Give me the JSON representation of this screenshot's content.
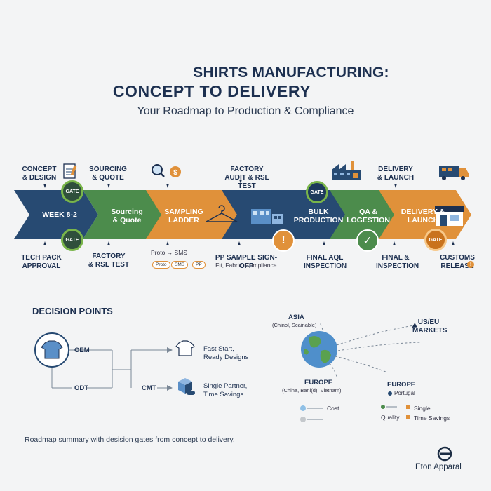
{
  "header": {
    "title_line1": "SHIRTS MANUFACTURING:",
    "title_line2": "CONCEPT TO DELIVERY",
    "subtitle": "Your Roadmap to Production & Compliance"
  },
  "roadmap": {
    "top_labels": {
      "concept": [
        "CONCEPT",
        "& DESIGN"
      ],
      "sourcing": [
        "SOURCING",
        "& QUOTE"
      ],
      "factory": [
        "FACTORY",
        "AUDIT & RSL TEST"
      ],
      "delivery": [
        "DELIVERY",
        "& LAUNCH"
      ]
    },
    "segments": {
      "s1": "WEEK 8-2",
      "s2": [
        "Sourcing",
        "& Quote"
      ],
      "s3": [
        "SAMPLING",
        "LADDER"
      ],
      "s5": [
        "BULK",
        "PRODUCTION"
      ],
      "s6": [
        "QA &",
        "LOGESTION"
      ],
      "s7": [
        "DELIVERY &",
        "LAUNCH"
      ]
    },
    "gate_label": "GATE",
    "bottom_labels": {
      "tech_pack": [
        "TECH PACK",
        "APPROVAL"
      ],
      "factory_rsl": [
        "FACTORY",
        "& RSL TEST"
      ],
      "proto_sms": "Proto → SMS",
      "pp_signoff": "PP SAMPLE SIGN-OFF",
      "pp_detail": "Fit, Fabric, Compliance.",
      "final_aql": [
        "FINAL AQL",
        "INSPECTION"
      ],
      "final_insp": [
        "FINAL &",
        "INSPECTION"
      ],
      "customs": [
        "CUSTOMS",
        "RELEASE"
      ]
    },
    "pills": [
      "Proto",
      "SMS",
      "PP"
    ]
  },
  "decision": {
    "title": "DECISION POINTS",
    "oem": "OEM",
    "odt": "ODT",
    "cmt": "CMT",
    "fast_start": [
      "Fast Start,",
      "Ready Designs"
    ],
    "single_partner": [
      "Single Partner,",
      "Time Savings"
    ]
  },
  "map": {
    "asia": "ASIA",
    "asia_sub": "(Chinol, Scainable)",
    "useu": [
      "US/EU",
      "MARKETS"
    ],
    "europe1": "EUROPE",
    "europe1_sub": "(China, Bani(d), Vietnam)",
    "europe2": "EUROPE",
    "europe2_sub": "Portugal",
    "legend_cost": "Cost",
    "legend_quality": "Quality",
    "legend_single": "Single",
    "legend_time": "Time Savings"
  },
  "footer": {
    "summary": "Roadmap summary with desision gates from concept to delivery.",
    "brand": "Eton Apparal"
  },
  "colors": {
    "navy": "#274a72",
    "green": "#4c8c4c",
    "orange": "#e0913a",
    "gate_ring": "#79b54a"
  }
}
